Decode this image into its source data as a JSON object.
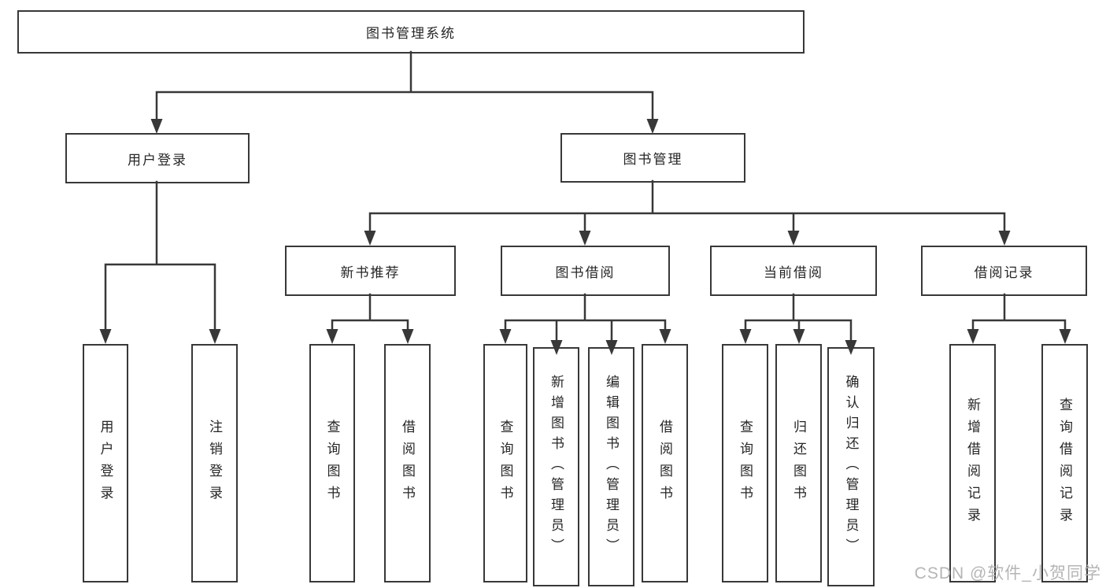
{
  "tree": {
    "label": "图书管理系统",
    "children": [
      {
        "label": "用户登录",
        "children": [
          {
            "label": "用户登录"
          },
          {
            "label": "注销登录"
          }
        ]
      },
      {
        "label": "图书管理",
        "children": [
          {
            "label": "新书推荐",
            "children": [
              {
                "label": "查询图书"
              },
              {
                "label": "借阅图书"
              }
            ]
          },
          {
            "label": "图书借阅",
            "children": [
              {
                "label": "查询图书"
              },
              {
                "label": "新增图书（管理员）"
              },
              {
                "label": "编辑图书（管理员）"
              },
              {
                "label": "借阅图书"
              }
            ]
          },
          {
            "label": "当前借阅",
            "children": [
              {
                "label": "查询图书"
              },
              {
                "label": "归还图书"
              },
              {
                "label": "确认归还（管理员）"
              }
            ]
          },
          {
            "label": "借阅记录",
            "children": [
              {
                "label": "新增借阅记录"
              },
              {
                "label": "查询借阅记录"
              }
            ]
          }
        ]
      }
    ]
  },
  "watermark": {
    "text": "CSDN @软件_小贺同学",
    "color": "#b5b5b5"
  },
  "colors": {
    "line": "#383838",
    "box_border": "#383838",
    "text": "#262626",
    "background": "#ffffff",
    "watermark": "#b5b5b5"
  }
}
